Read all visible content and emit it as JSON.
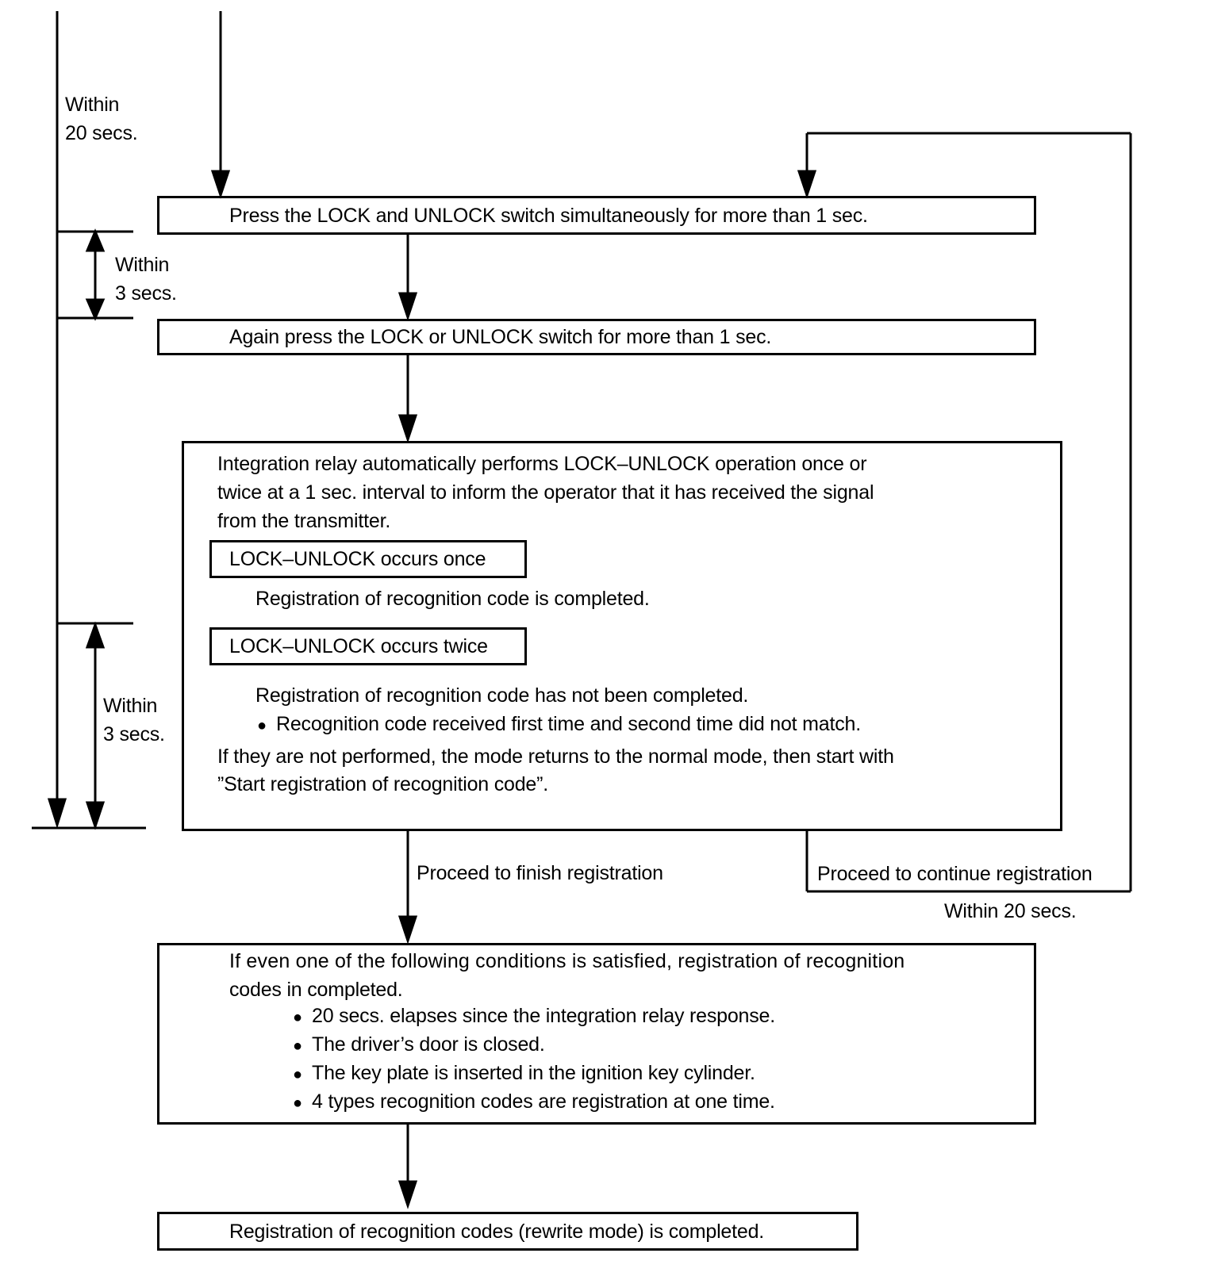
{
  "timing": {
    "within_20_left": [
      "Within",
      "20 secs."
    ],
    "within_3_upper": [
      "Within",
      "3 secs."
    ],
    "within_3_lower": [
      "Within",
      "3 secs."
    ],
    "within_20_right": "Within 20 secs."
  },
  "steps": {
    "press_both": "Press the LOCK and UNLOCK switch simultaneously for more than 1 sec.",
    "press_again": "Again press the LOCK or UNLOCK switch for more than 1 sec.",
    "relay": {
      "intro": [
        "Integration relay automatically performs LOCK–UNLOCK operation once or",
        "twice at a 1 sec. interval to inform the operator that it has received the signal",
        "from the transmitter."
      ],
      "once_label": "LOCK–UNLOCK occurs once",
      "once_text": "Registration of recognition code is completed.",
      "twice_label": "LOCK–UNLOCK occurs twice",
      "twice_text": "Registration of recognition code has not been completed.",
      "twice_bullet": "Recognition code received first time and second time did not match.",
      "footer": [
        "If they are not performed, the mode returns to the normal mode, then start with",
        "”Start registration of recognition code”."
      ]
    },
    "finish_label": "Proceed to finish registration",
    "continue_label": "Proceed to continue registration",
    "conditions": {
      "intro": [
        "If even one of the following conditions is satisfied, registration of recognition",
        "codes in completed."
      ],
      "items": [
        "20 secs. elapses since the integration relay response.",
        "The driver’s door is closed.",
        "The key plate is inserted in the ignition key cylinder.",
        "4 types recognition codes are registration at one time."
      ]
    },
    "final": "Registration of recognition codes (rewrite mode) is completed."
  }
}
